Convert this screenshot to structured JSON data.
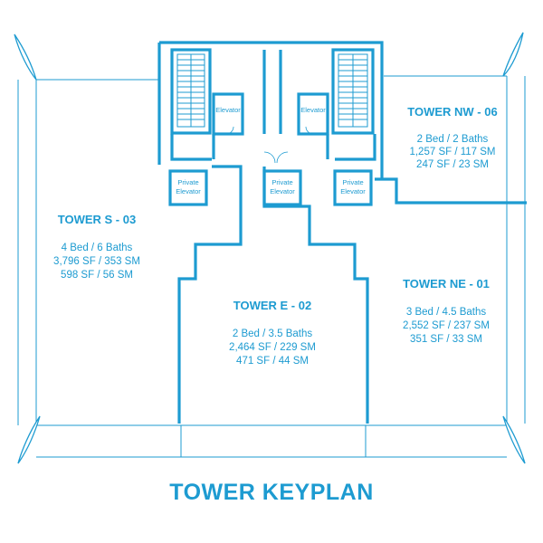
{
  "title": "TOWER KEYPLAN",
  "colors": {
    "accent": "#1d9bd1",
    "fill": "#1d9bd1",
    "line": "#1d9bd1",
    "background": "#ffffff"
  },
  "units": {
    "s03": {
      "name": "TOWER S - 03",
      "beds": "4 Bed  /  6 Baths",
      "area": "3,796 SF  /  353 SM",
      "terrace": "598 SF / 56 SM"
    },
    "e02": {
      "name": "TOWER E - 02",
      "beds": "2 Bed  /  3.5 Baths",
      "area": "2,464 SF  /  229 SM",
      "terrace": "471 SF / 44 SM"
    },
    "ne01": {
      "name": "TOWER NE - 01",
      "beds": "3 Bed  /  4.5 Baths",
      "area": "2,552 SF  /  237 SM",
      "terrace": "351 SF / 33 SM"
    },
    "nw06": {
      "name": "TOWER NW -  06",
      "beds": "2 Bed  /  2 Baths",
      "area": "1,257 SF  /  117 SM",
      "terrace": "247 SF / 23 SM"
    }
  },
  "core": {
    "elevator": "Elevator",
    "private_line1": "Private",
    "private_line2": "Elevator"
  }
}
